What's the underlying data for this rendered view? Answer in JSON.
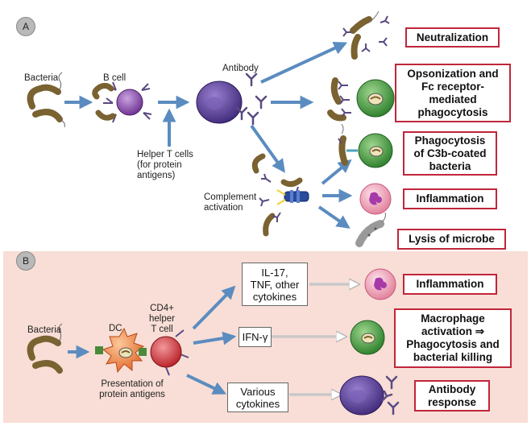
{
  "panels": {
    "a": "A",
    "b": "B"
  },
  "panel_a": {
    "bacteria_label": "Bacteria",
    "bcell_label": "B cell",
    "antibody_label": "Antibody",
    "helper_t_label": [
      "Helper T cells",
      "(for protein",
      "antigens)"
    ],
    "complement_label": [
      "Complement",
      "activation"
    ],
    "outcomes": [
      {
        "text": [
          "Neutralization"
        ]
      },
      {
        "text": [
          "Opsonization and",
          "Fc receptor-",
          "mediated",
          "phagocytosis"
        ]
      },
      {
        "text": [
          "Phagocytosis",
          "of C3b-coated",
          "bacteria"
        ]
      },
      {
        "text": [
          "Inflammation"
        ]
      },
      {
        "text": [
          "Lysis of microbe"
        ]
      }
    ]
  },
  "panel_b": {
    "bacteria_label": "Bacteria",
    "dc_label": "DC",
    "cd4_label": [
      "CD4+",
      "helper",
      "T cell"
    ],
    "presentation_label": [
      "Presentation of",
      "protein antigens"
    ],
    "cytokine_boxes": [
      {
        "text": [
          "IL-17,",
          "TNF, other",
          "cytokines"
        ]
      },
      {
        "text": [
          "IFN-γ"
        ]
      },
      {
        "text": [
          "Various",
          "cytokines"
        ]
      }
    ],
    "outcomes": [
      {
        "text": [
          "Inflammation"
        ]
      },
      {
        "text": [
          "Macrophage",
          "activation ⇒",
          "Phagocytosis and",
          "bacterial killing"
        ]
      },
      {
        "text": [
          "Antibody",
          "response"
        ]
      }
    ]
  },
  "colors": {
    "panel_b_bg": "#f8ded6",
    "outcome_border": "#c0263a",
    "arrow": "#5b8cc0",
    "gray_arrow": "#c8c8c8",
    "bcell": "#7b3fa0",
    "plasma": "#5a3c9a",
    "macrophage": "#3e9a3a",
    "neutrophil": "#e58aa2",
    "dc": "#ef8440",
    "tcell": "#c8282d",
    "bacteria": "#7a6231",
    "antibody": "#5a4a82"
  },
  "icons": [
    "bacteria-icon",
    "b-cell-icon",
    "plasma-cell-icon",
    "antibody-icon",
    "macrophage-icon",
    "neutrophil-icon",
    "dendritic-cell-icon",
    "t-cell-icon",
    "lysed-bacterium-icon",
    "complement-complex-icon"
  ]
}
